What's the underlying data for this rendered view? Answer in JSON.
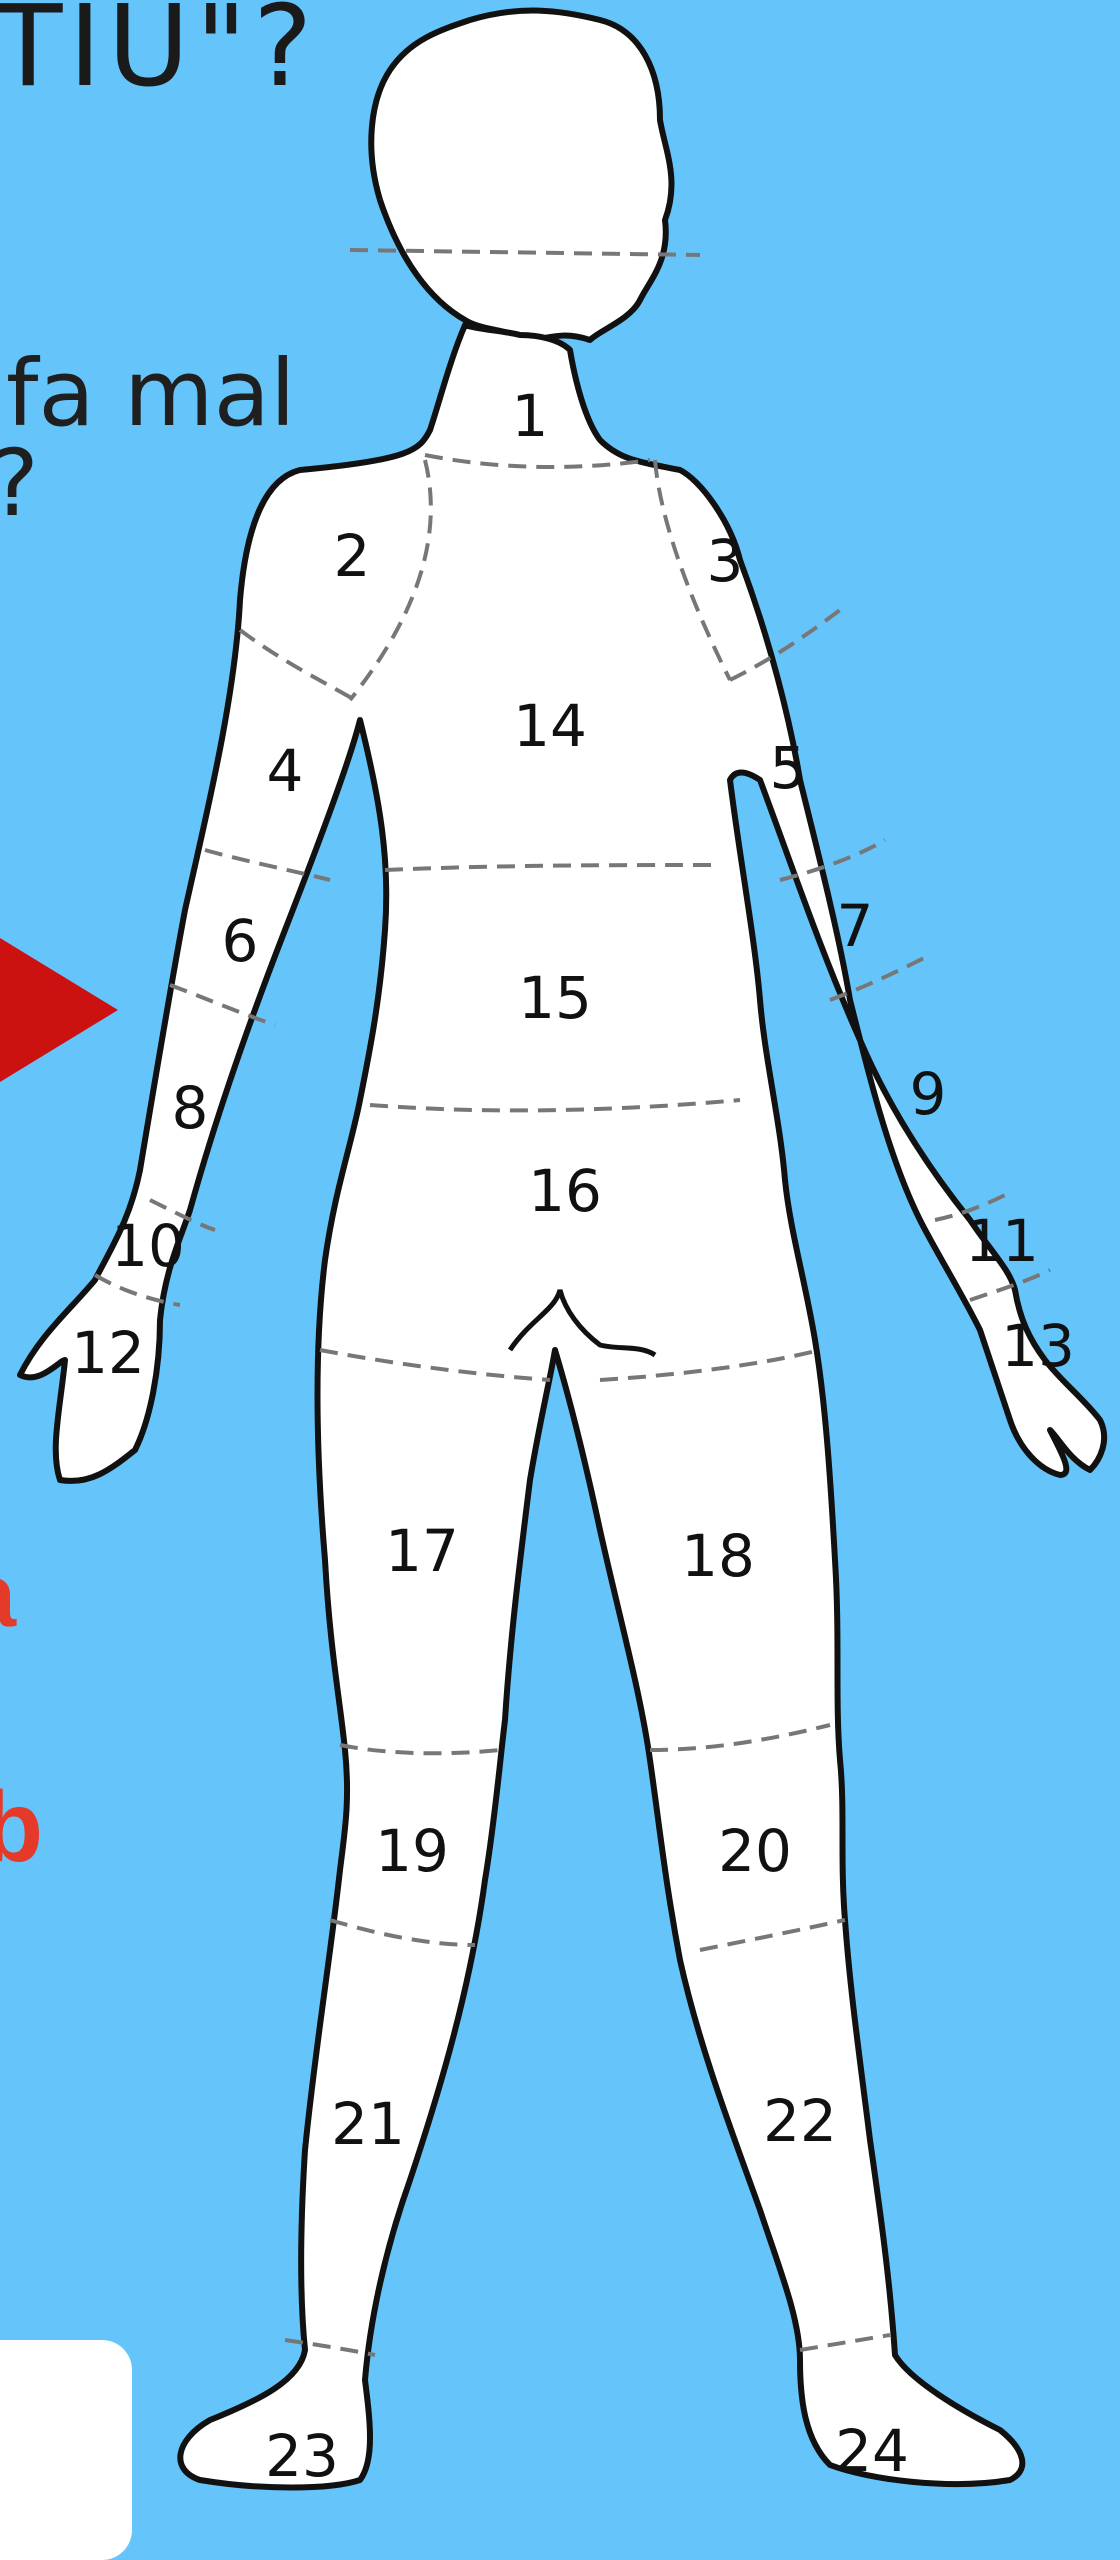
{
  "text": {
    "title": "TIU\"?",
    "question_line1": "fa mal",
    "question_line2": "?",
    "red_label_1": "a",
    "red_label_2": "b"
  },
  "colors": {
    "background": "#65C5FA",
    "accent_red": "#e53a2a",
    "arrow_red": "#cc1111",
    "figure_fill": "#ffffff"
  },
  "body_regions": [
    "1",
    "2",
    "3",
    "4",
    "5",
    "6",
    "7",
    "8",
    "9",
    "10",
    "11",
    "12",
    "13",
    "14",
    "15",
    "16",
    "17",
    "18",
    "19",
    "20",
    "21",
    "22",
    "23",
    "24"
  ]
}
